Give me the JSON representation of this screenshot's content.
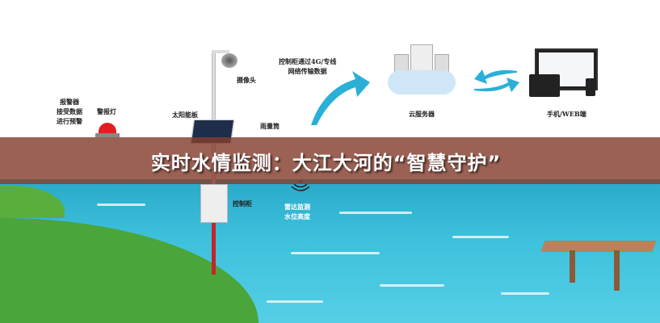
{
  "title": "实时水情监测：大江大河的“智慧守护”",
  "labels": {
    "alarm_desc": "报警器\n接受数据\n进行预警",
    "alarm_light": "警报灯",
    "solar_panel": "太阳能板",
    "camera": "摄像头",
    "rain_gauge": "雨量筒",
    "transmission": "控制柜通过4G/专线\n网络传输数据",
    "cloud_server": "云服务器",
    "client": "手机/WEB端",
    "control_cabinet": "控制柜",
    "radar": "雷达监测\n水位高度"
  },
  "colors": {
    "banner": "#843e2e",
    "water": "#3cc0dc",
    "arrow": "#2ab0d6",
    "grass": "#4aa53a"
  }
}
